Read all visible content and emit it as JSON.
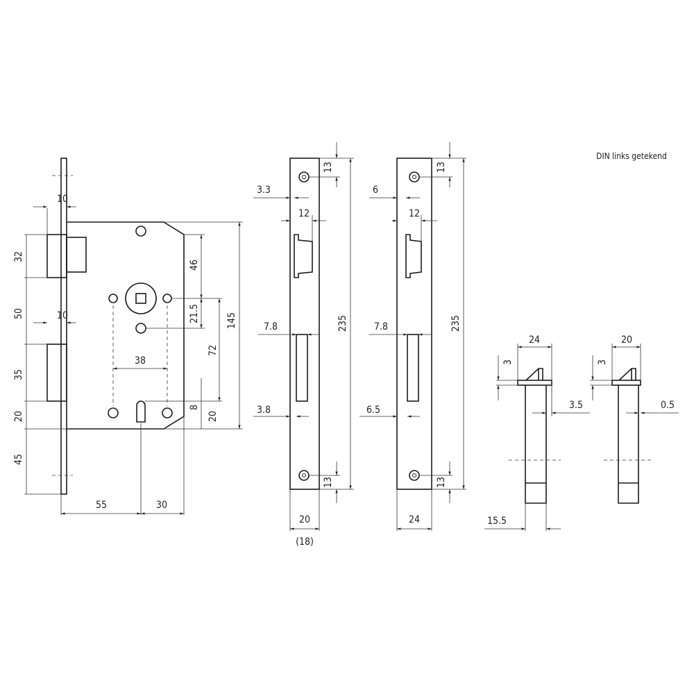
{
  "note": "DIN links getekend",
  "lock_body": {
    "forend_latch_width": "10",
    "forend_bolt_width": "10",
    "latch_height": "32",
    "latch_to_bolt": "50",
    "bolt_height": "35",
    "bolt_to_body_bottom": "20",
    "forend_below_body": "45",
    "top_to_spindle": "46",
    "spindle_to_hole": "21.5",
    "spindle_to_key": "72",
    "body_height": "145",
    "hole_spacing": "38",
    "key_offset": "8",
    "key_to_bottom": "20",
    "backset": "55",
    "key_to_back": "30"
  },
  "forend_20": {
    "screw_top": "13",
    "latch_offset": "3.3",
    "latch_width": "12",
    "bolt_slot": "7.8",
    "height": "235",
    "bolt_offset": "3.8",
    "screw_bottom": "13",
    "width": "20",
    "width_alt": "(18)"
  },
  "forend_24": {
    "screw_top": "13",
    "latch_offset": "6",
    "latch_width": "12",
    "bolt_slot": "7.8",
    "height": "235",
    "bolt_offset": "6.5",
    "screw_bottom": "13",
    "width": "24"
  },
  "strike_24": {
    "width": "24",
    "thickness": "3",
    "offset": "3.5",
    "body_width": "15.5"
  },
  "strike_20": {
    "width": "20",
    "thickness": "3",
    "offset": "0.5"
  }
}
